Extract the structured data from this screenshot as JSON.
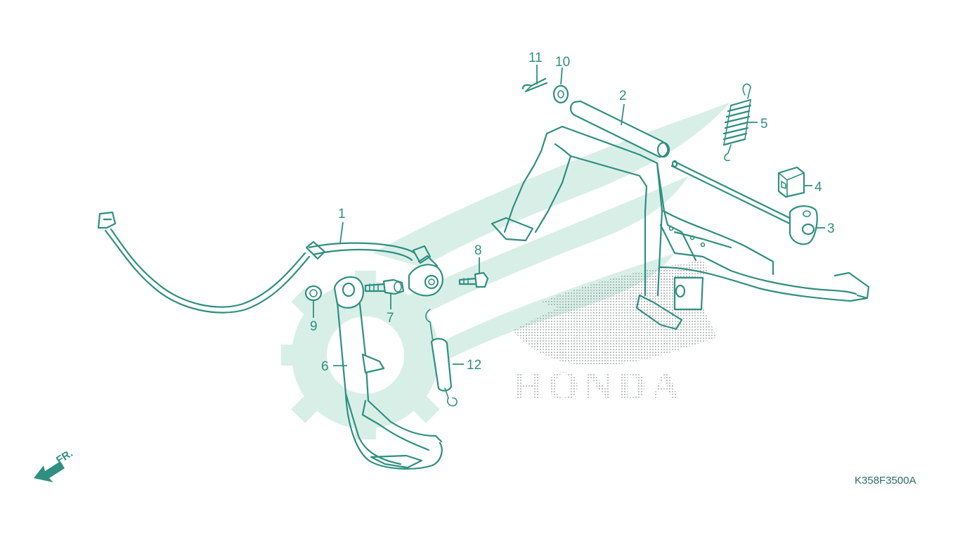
{
  "colors": {
    "ink": "#2f8f80",
    "watermark_green": "#d8efe8",
    "watermark_dots": "#8e9a97"
  },
  "watermark": {
    "brand_text": "HONDA",
    "icons": [
      "gear-icon",
      "honda-wing-icon"
    ]
  },
  "callouts": [
    {
      "num": "1",
      "part": "side-stand-switch-cable"
    },
    {
      "num": "2",
      "part": "main-stand"
    },
    {
      "num": "3",
      "part": "main-stand-pivot-shaft"
    },
    {
      "num": "4",
      "part": "stopper-rubber"
    },
    {
      "num": "5",
      "part": "main-stand-spring"
    },
    {
      "num": "6",
      "part": "side-stand"
    },
    {
      "num": "7",
      "part": "pivot-bolt"
    },
    {
      "num": "8",
      "part": "bolt"
    },
    {
      "num": "9",
      "part": "collar"
    },
    {
      "num": "10",
      "part": "washer"
    },
    {
      "num": "11",
      "part": "cotter-pin"
    },
    {
      "num": "12",
      "part": "side-stand-spring"
    }
  ],
  "direction": {
    "label": "FR.",
    "icon": "front-arrow-icon"
  },
  "diagram_code": "K358F3500A"
}
